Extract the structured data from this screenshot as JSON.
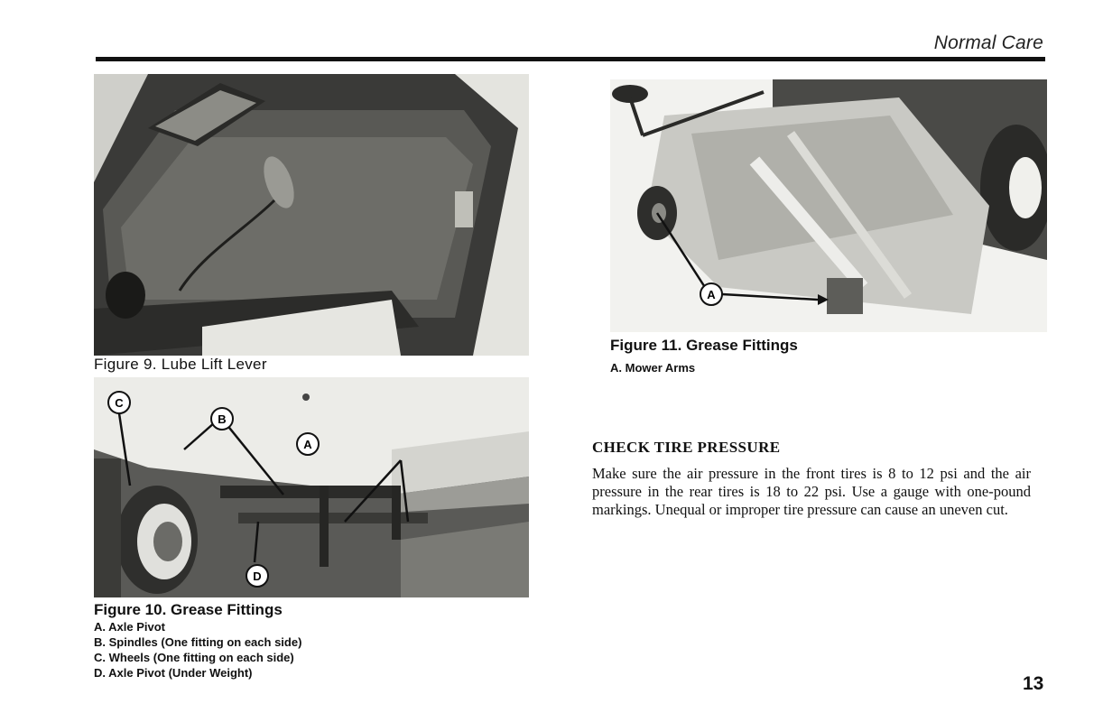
{
  "header": {
    "section_title": "Normal Care"
  },
  "figure9": {
    "title": "Figure 9. Lube Lift Lever"
  },
  "figure10": {
    "title": "Figure 10. Grease Fittings",
    "callouts": [
      "A",
      "B",
      "C",
      "D"
    ],
    "items": [
      "A. Axle Pivot",
      "B. Spindles (One fitting on each side)",
      "C. Wheels (One fitting on each side)",
      "D. Axle Pivot (Under Weight)"
    ]
  },
  "figure11": {
    "title": "Figure 11. Grease Fittings",
    "callouts": [
      "A"
    ],
    "items": [
      "A. Mower Arms"
    ]
  },
  "section": {
    "heading": "CHECK TIRE PRESSURE",
    "body": "Make sure the air pressure in the front tires is 8 to 12 psi and the air pressure in the rear tires is 18 to 22 psi. Use a gauge with one-pound markings. Unequal or improper tire pressure can cause an uneven cut."
  },
  "page": {
    "number": "13"
  }
}
